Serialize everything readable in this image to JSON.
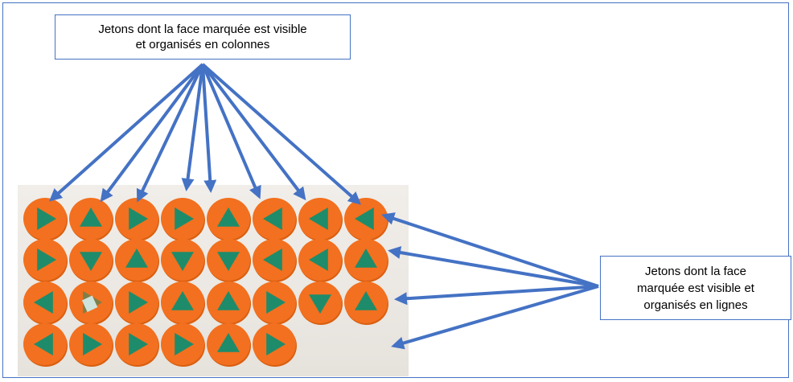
{
  "labels": {
    "columns_text": "Jetons dont la face marquée est visible\net organisés en colonnes",
    "rows_text": "Jetons dont la face\nmarquée est visible et\norganisés en lignes"
  },
  "colors": {
    "arrow": "#4472c4",
    "token": "#f2701f",
    "token_shade": "#d95f10",
    "marker": "#1e8c6a"
  },
  "tokens": {
    "rows": [
      [
        "right",
        "up",
        "right",
        "right",
        "up",
        "left",
        "left",
        "left"
      ],
      [
        "right",
        "down",
        "up",
        "down",
        "down",
        "left",
        "left",
        "up"
      ],
      [
        "left",
        "sticker",
        "right",
        "up",
        "up",
        "right",
        "down",
        "up"
      ],
      [
        "left",
        "right",
        "right",
        "right",
        "up",
        "right"
      ]
    ]
  }
}
